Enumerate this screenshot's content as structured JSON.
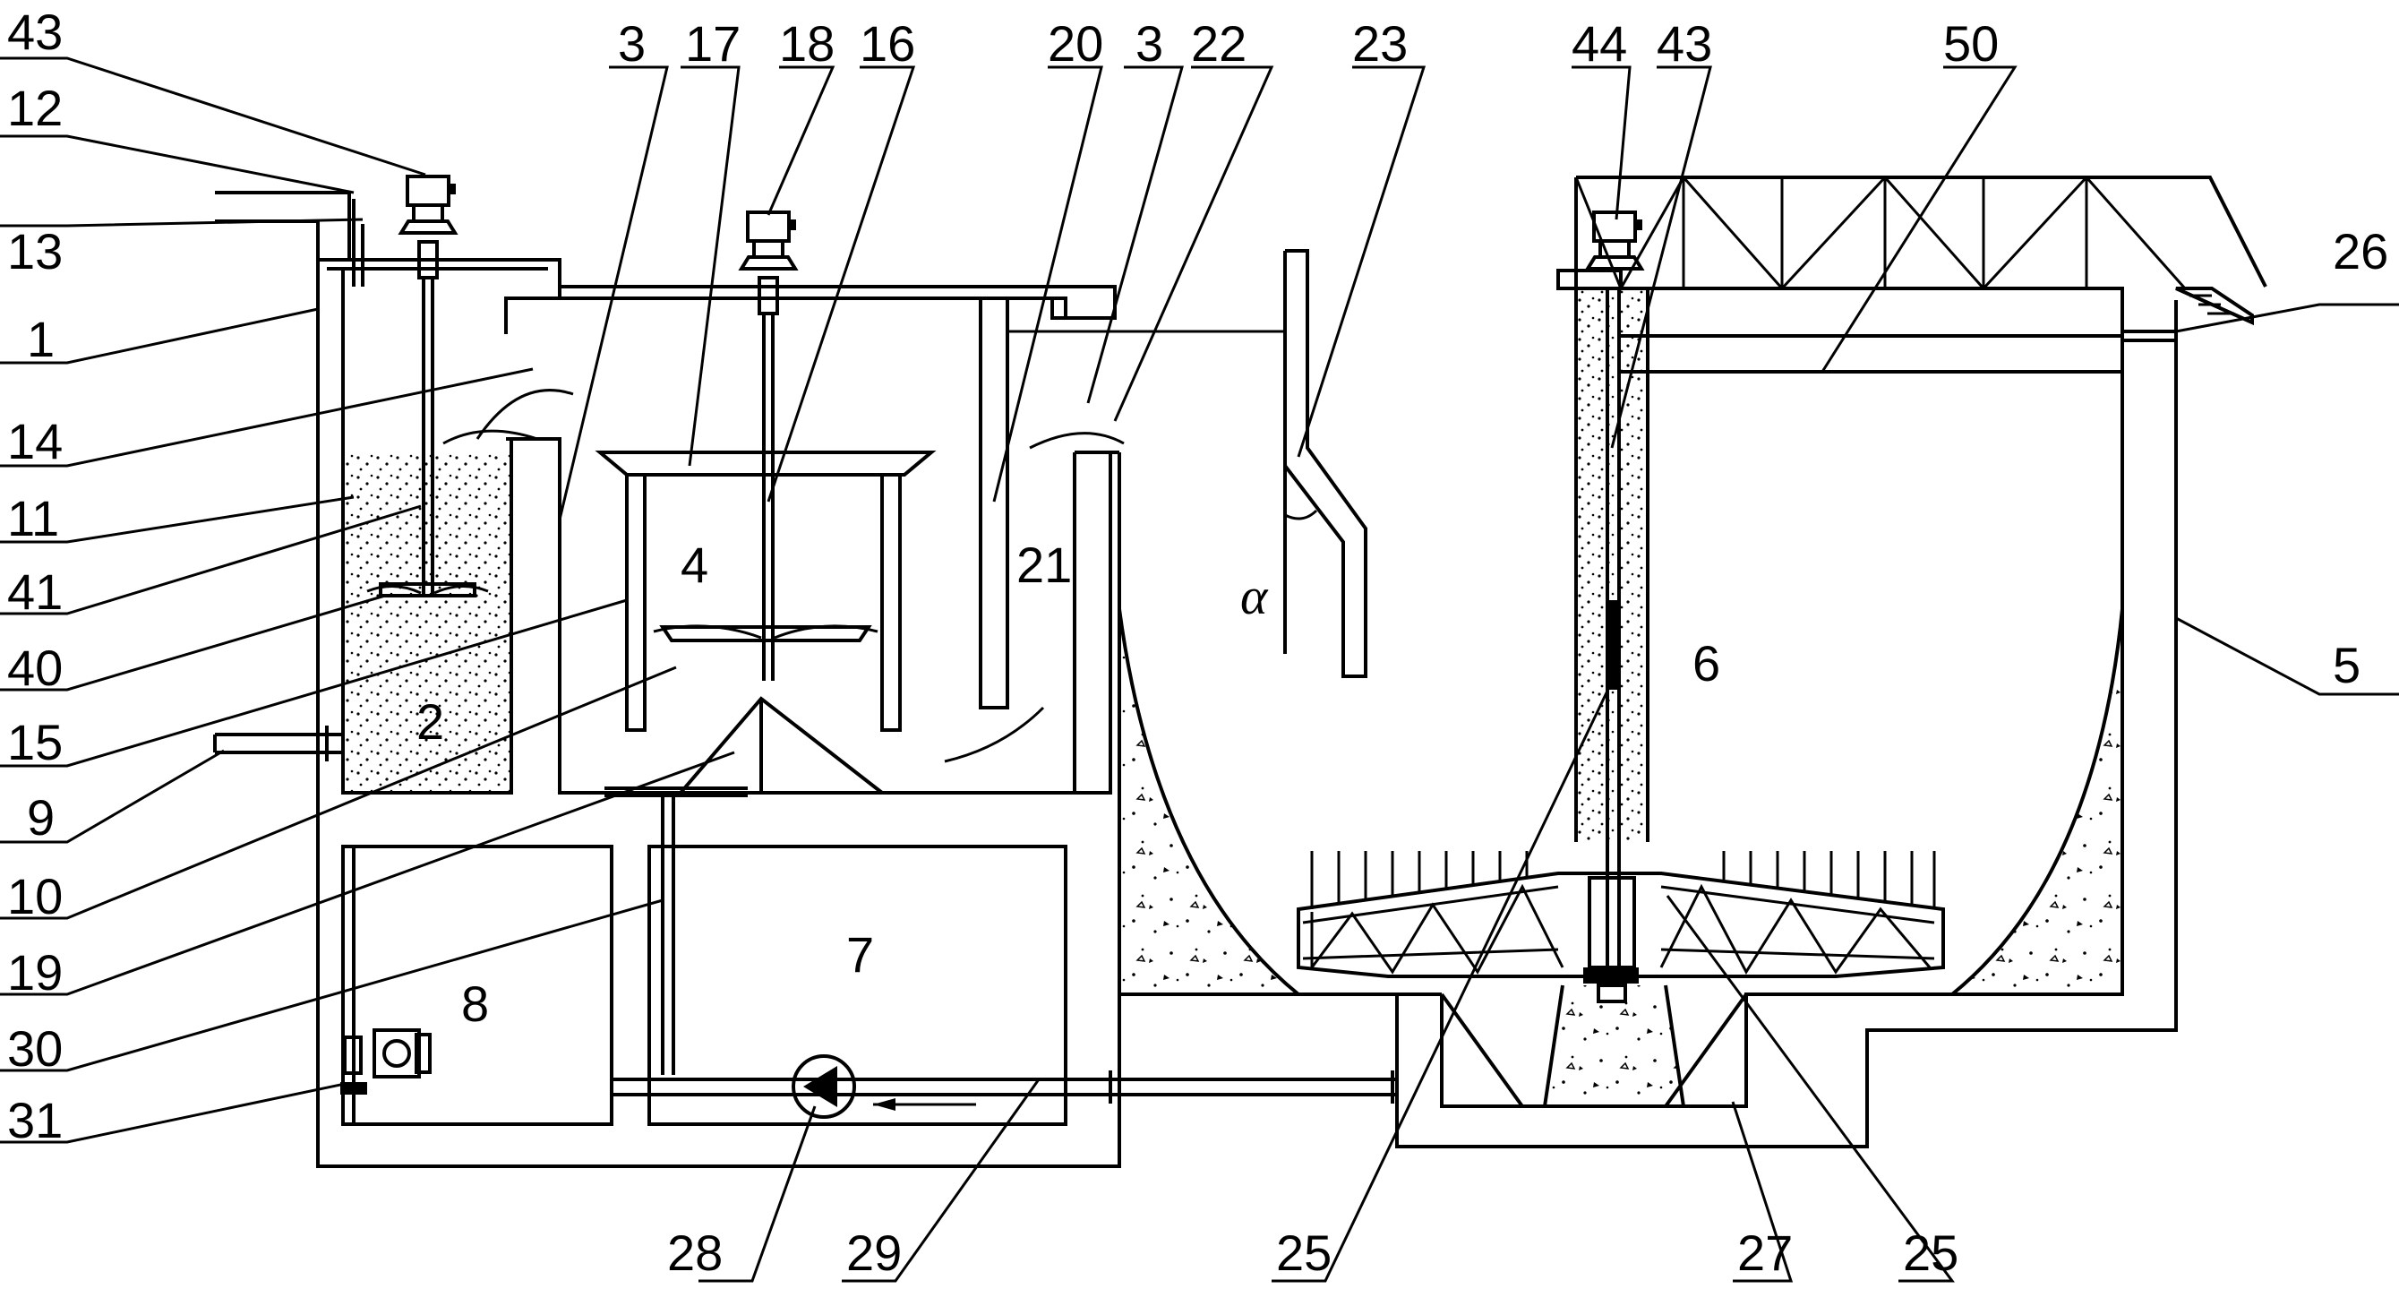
{
  "labels": {
    "l43a": "43",
    "l12": "12",
    "l13": "13",
    "l1": "1",
    "l14": "14",
    "l11": "11",
    "l41": "41",
    "l40": "40",
    "l15": "15",
    "l9": "9",
    "l10": "10",
    "l19": "19",
    "l30": "30",
    "l31": "31",
    "l3a": "3",
    "l17": "17",
    "l18": "18",
    "l16": "16",
    "l20": "20",
    "l3b": "3",
    "l22": "22",
    "l23": "23",
    "l44": "44",
    "l43b": "43",
    "l50": "50",
    "l26": "26",
    "l5": "5",
    "l28": "28",
    "l29": "29",
    "l25a": "25",
    "l27": "27",
    "l25b": "25",
    "in2": "2",
    "in4": "4",
    "in21": "21",
    "in6": "6",
    "in7": "7",
    "in8": "8",
    "alpha": "α"
  }
}
